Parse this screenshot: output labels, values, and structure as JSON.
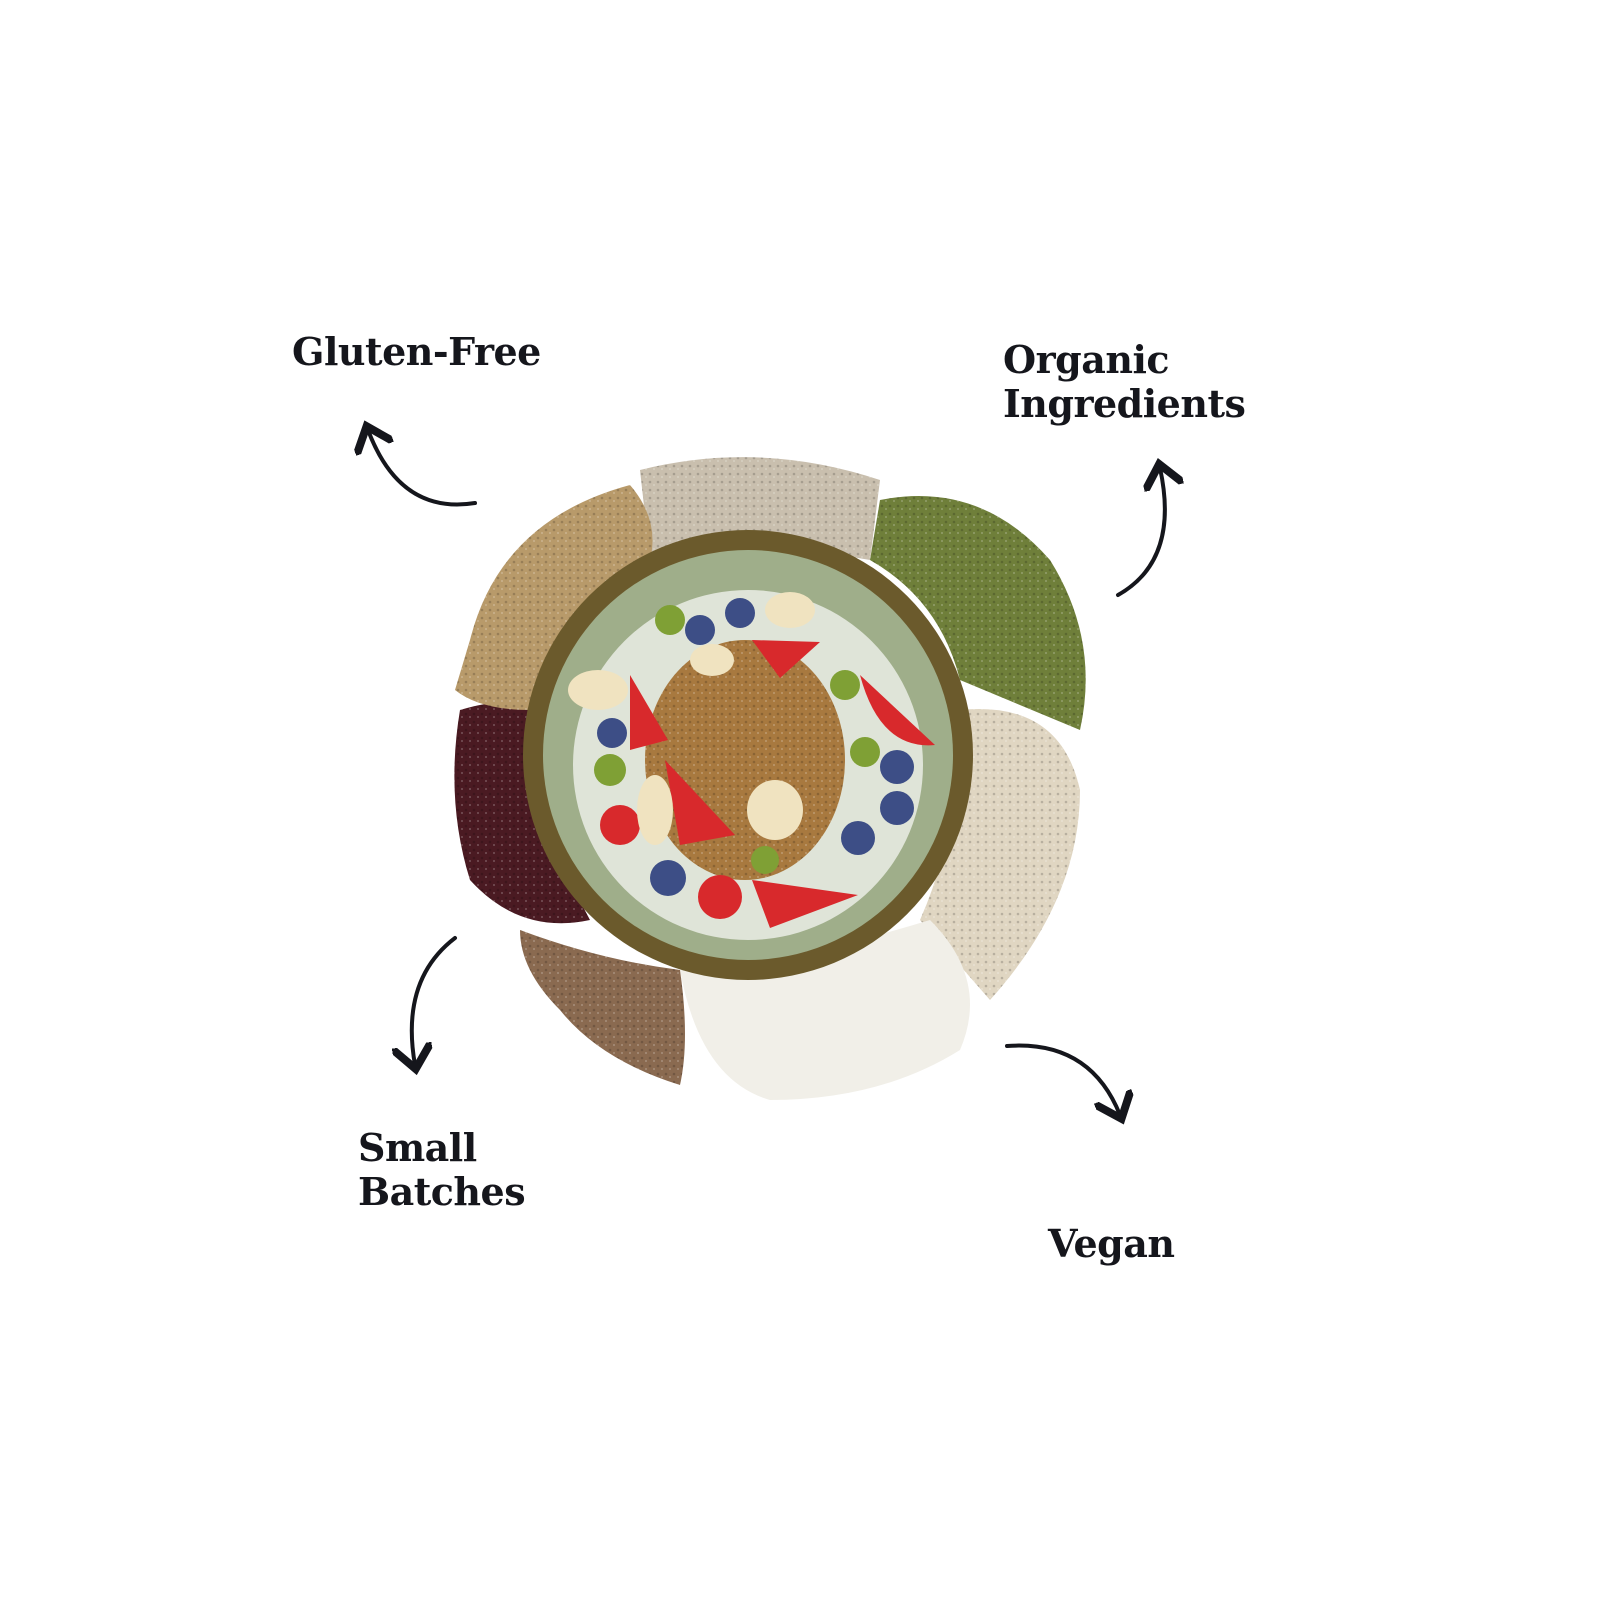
{
  "features": {
    "gluten_free": "Gluten-Free",
    "organic_line1": "Organic",
    "organic_line2": "Ingredients",
    "small_line1": "Small",
    "small_line2": "Batches",
    "vegan": "Vegan"
  },
  "colors": {
    "text": "#15161c",
    "bowl_rim": "#6b5a2c",
    "bowl_inner": "#9fae8a",
    "pumpkin_seeds": "#6f7f3a",
    "sunflower_seeds": "#c9bfae",
    "almond_flour": "#b89a6a",
    "cranberries": "#4a1a22",
    "flax": "#8a6a50",
    "coconut": "#f1efe8",
    "oats": "#e0d6c2"
  }
}
